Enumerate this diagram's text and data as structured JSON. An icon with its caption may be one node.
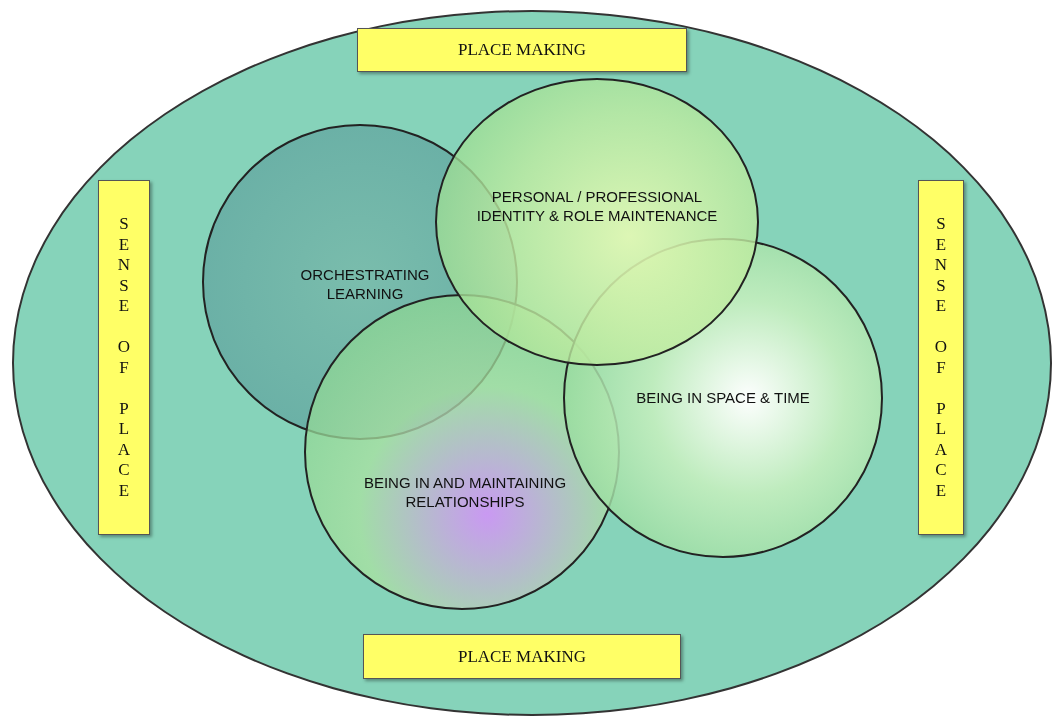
{
  "diagram": {
    "nodes": [
      {
        "text": [],
        "shape": "ellipse"
      },
      {
        "text": [
          "PLACE MAKING"
        ],
        "in": 0
      },
      {
        "text": [
          "SENSE OF PLACE"
        ],
        "in": 0
      },
      {
        "text": [
          "SENSE OF PLACE"
        ],
        "in": 0
      },
      {
        "text": [
          "ORCHESTRATING LEARNING"
        ],
        "in": 0
      },
      {
        "text": [
          "PERSONAL / PROFESSIONAL IDENTITY & ROLE MAINTENANCE"
        ],
        "in": 0
      },
      {
        "text": [
          "BEING IN SPACE & TIME"
        ],
        "in": 0
      },
      {
        "text": [
          "BEING IN AND MAINTAINING RELATIONSHIPS"
        ],
        "in": 0
      },
      {
        "text": [
          "PLACE MAKING"
        ],
        "in": 0
      }
    ]
  }
}
